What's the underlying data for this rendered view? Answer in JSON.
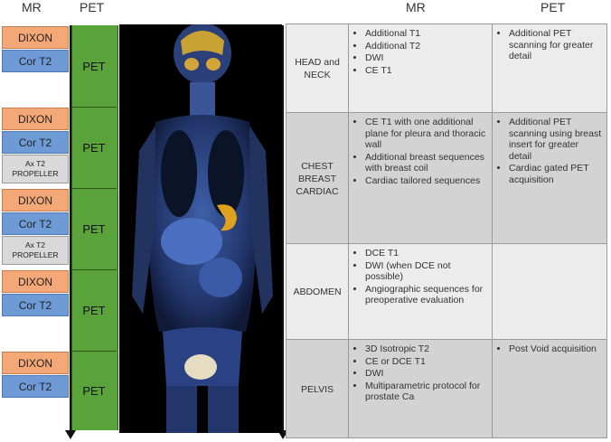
{
  "headers": {
    "left_mr": "MR",
    "left_pet": "PET",
    "table_mr": "MR",
    "table_pet": "PET"
  },
  "sequence_groups": [
    {
      "items": [
        "DIXON",
        "Cor T2"
      ],
      "pet": "PET"
    },
    {
      "items": [
        "DIXON",
        "Cor T2",
        "Ax T2 PROPELLER"
      ],
      "pet": "PET"
    },
    {
      "items": [
        "DIXON",
        "Cor T2",
        "Ax T2 PROPELLER"
      ],
      "pet": "PET"
    },
    {
      "items": [
        "DIXON",
        "Cor T2"
      ],
      "pet": "PET"
    },
    {
      "items": [
        "DIXON",
        "Cor T2"
      ],
      "pet": "PET"
    }
  ],
  "rows": [
    {
      "region": "HEAD and NECK",
      "mr": [
        "Additional T1",
        "Additional T2",
        "DWI",
        "CE T1"
      ],
      "pet": [
        "Additional PET scanning for greater detail"
      ]
    },
    {
      "region": "CHEST BREAST CARDIAC",
      "mr": [
        "CE T1 with one additional plane for pleura and thoracic wall",
        "Additional breast sequences with breast coil",
        "Cardiac tailored sequences"
      ],
      "pet": [
        "Additional PET scanning using breast insert for greater detail",
        "Cardiac gated PET acquisition"
      ]
    },
    {
      "region": "ABDOMEN",
      "mr": [
        "DCE T1",
        "DWI (when DCE not possible)",
        "Angiographic sequences for preoperative evaluation"
      ],
      "pet": []
    },
    {
      "region": "PELVIS",
      "mr": [
        "3D Isotropic T2",
        "CE or DCE T1",
        "DWI",
        "Multiparametric protocol for prostate Ca"
      ],
      "pet": [
        "Post Void acquisition"
      ]
    }
  ]
}
